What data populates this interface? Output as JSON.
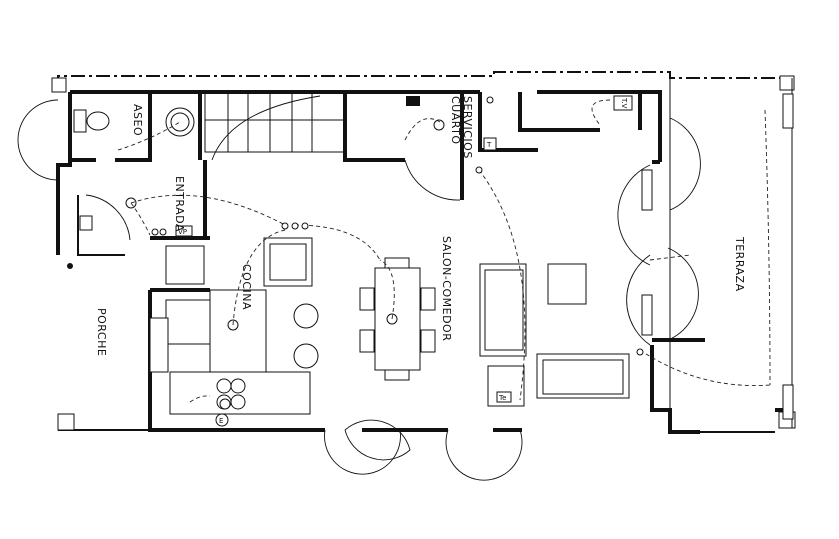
{
  "rooms": {
    "aseo": "ASEO",
    "cuarto_servicios_1": "CUARTO",
    "cuarto_servicios_2": "SERVICIOS",
    "entrada": "ENTRADA",
    "cocina": "COCINA",
    "salon_comedor": "SALON-COMEDOR",
    "terraza": "TERRAZA",
    "porche": "PORCHE"
  },
  "symbols": {
    "vp": "VP",
    "tv": "T.V",
    "t": "T",
    "te": "Te",
    "e": "E"
  }
}
